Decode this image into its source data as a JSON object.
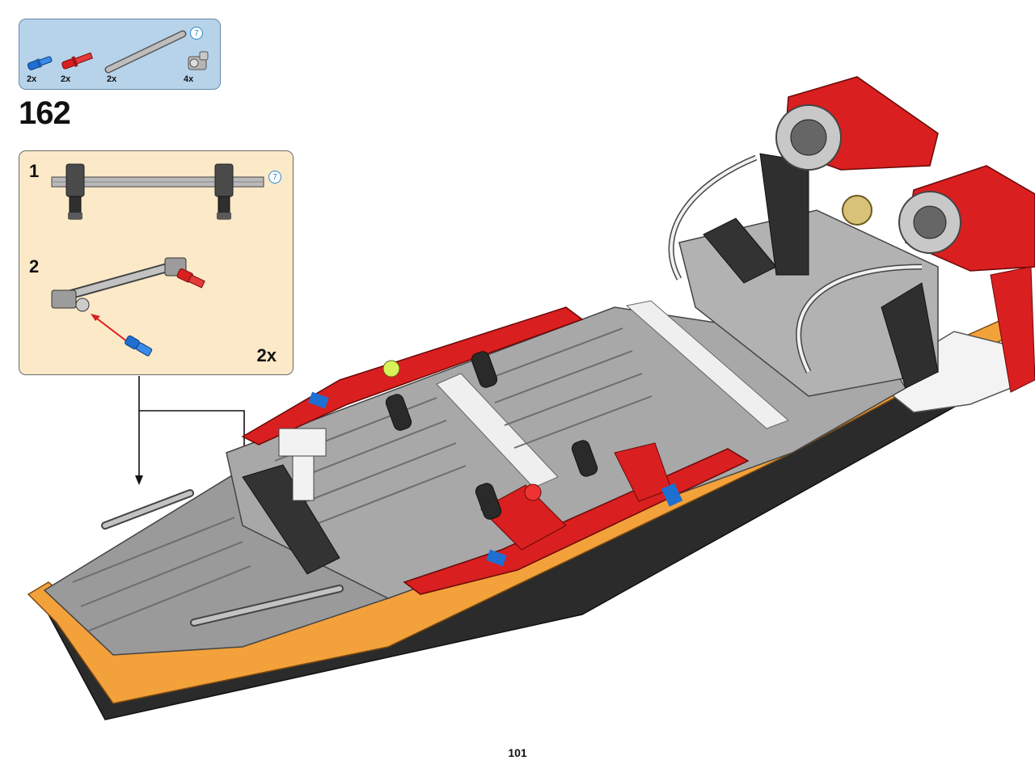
{
  "parts_callout": {
    "items": [
      {
        "name": "blue-pin-icon",
        "qty": "2x"
      },
      {
        "name": "red-axle-pin-icon",
        "qty": "2x"
      },
      {
        "name": "grey-axle-icon",
        "qty": "2x"
      },
      {
        "name": "grey-axle-connector-icon",
        "qty": "4x"
      }
    ],
    "axle_length": "7"
  },
  "step": {
    "number": "162"
  },
  "sub_assembly": {
    "step1": {
      "number": "1",
      "axle_length": "7"
    },
    "step2": {
      "number": "2"
    },
    "multiplier": "2x"
  },
  "colors": {
    "parts_bg": "#b7d3ea",
    "sub_bg": "#fbe9c8",
    "orange": "#f3a13a",
    "red": "#d91f1f",
    "grey": "#a8a8a8",
    "blue": "#1f6fd1"
  },
  "page": {
    "number": "101"
  }
}
